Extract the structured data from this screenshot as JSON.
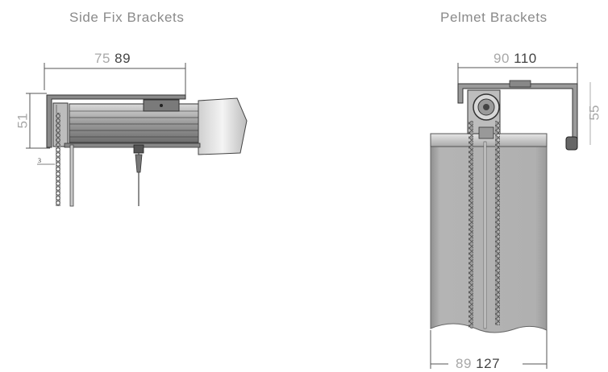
{
  "titles": {
    "left": "Side Fix Brackets",
    "right": "Pelmet Brackets"
  },
  "side_fix": {
    "width_small": "75",
    "width_large": "89",
    "height": "51",
    "offset": "3"
  },
  "pelmet": {
    "top_small": "90",
    "top_large": "110",
    "height": "55",
    "bottom_small": "89",
    "bottom_large": "127"
  }
}
